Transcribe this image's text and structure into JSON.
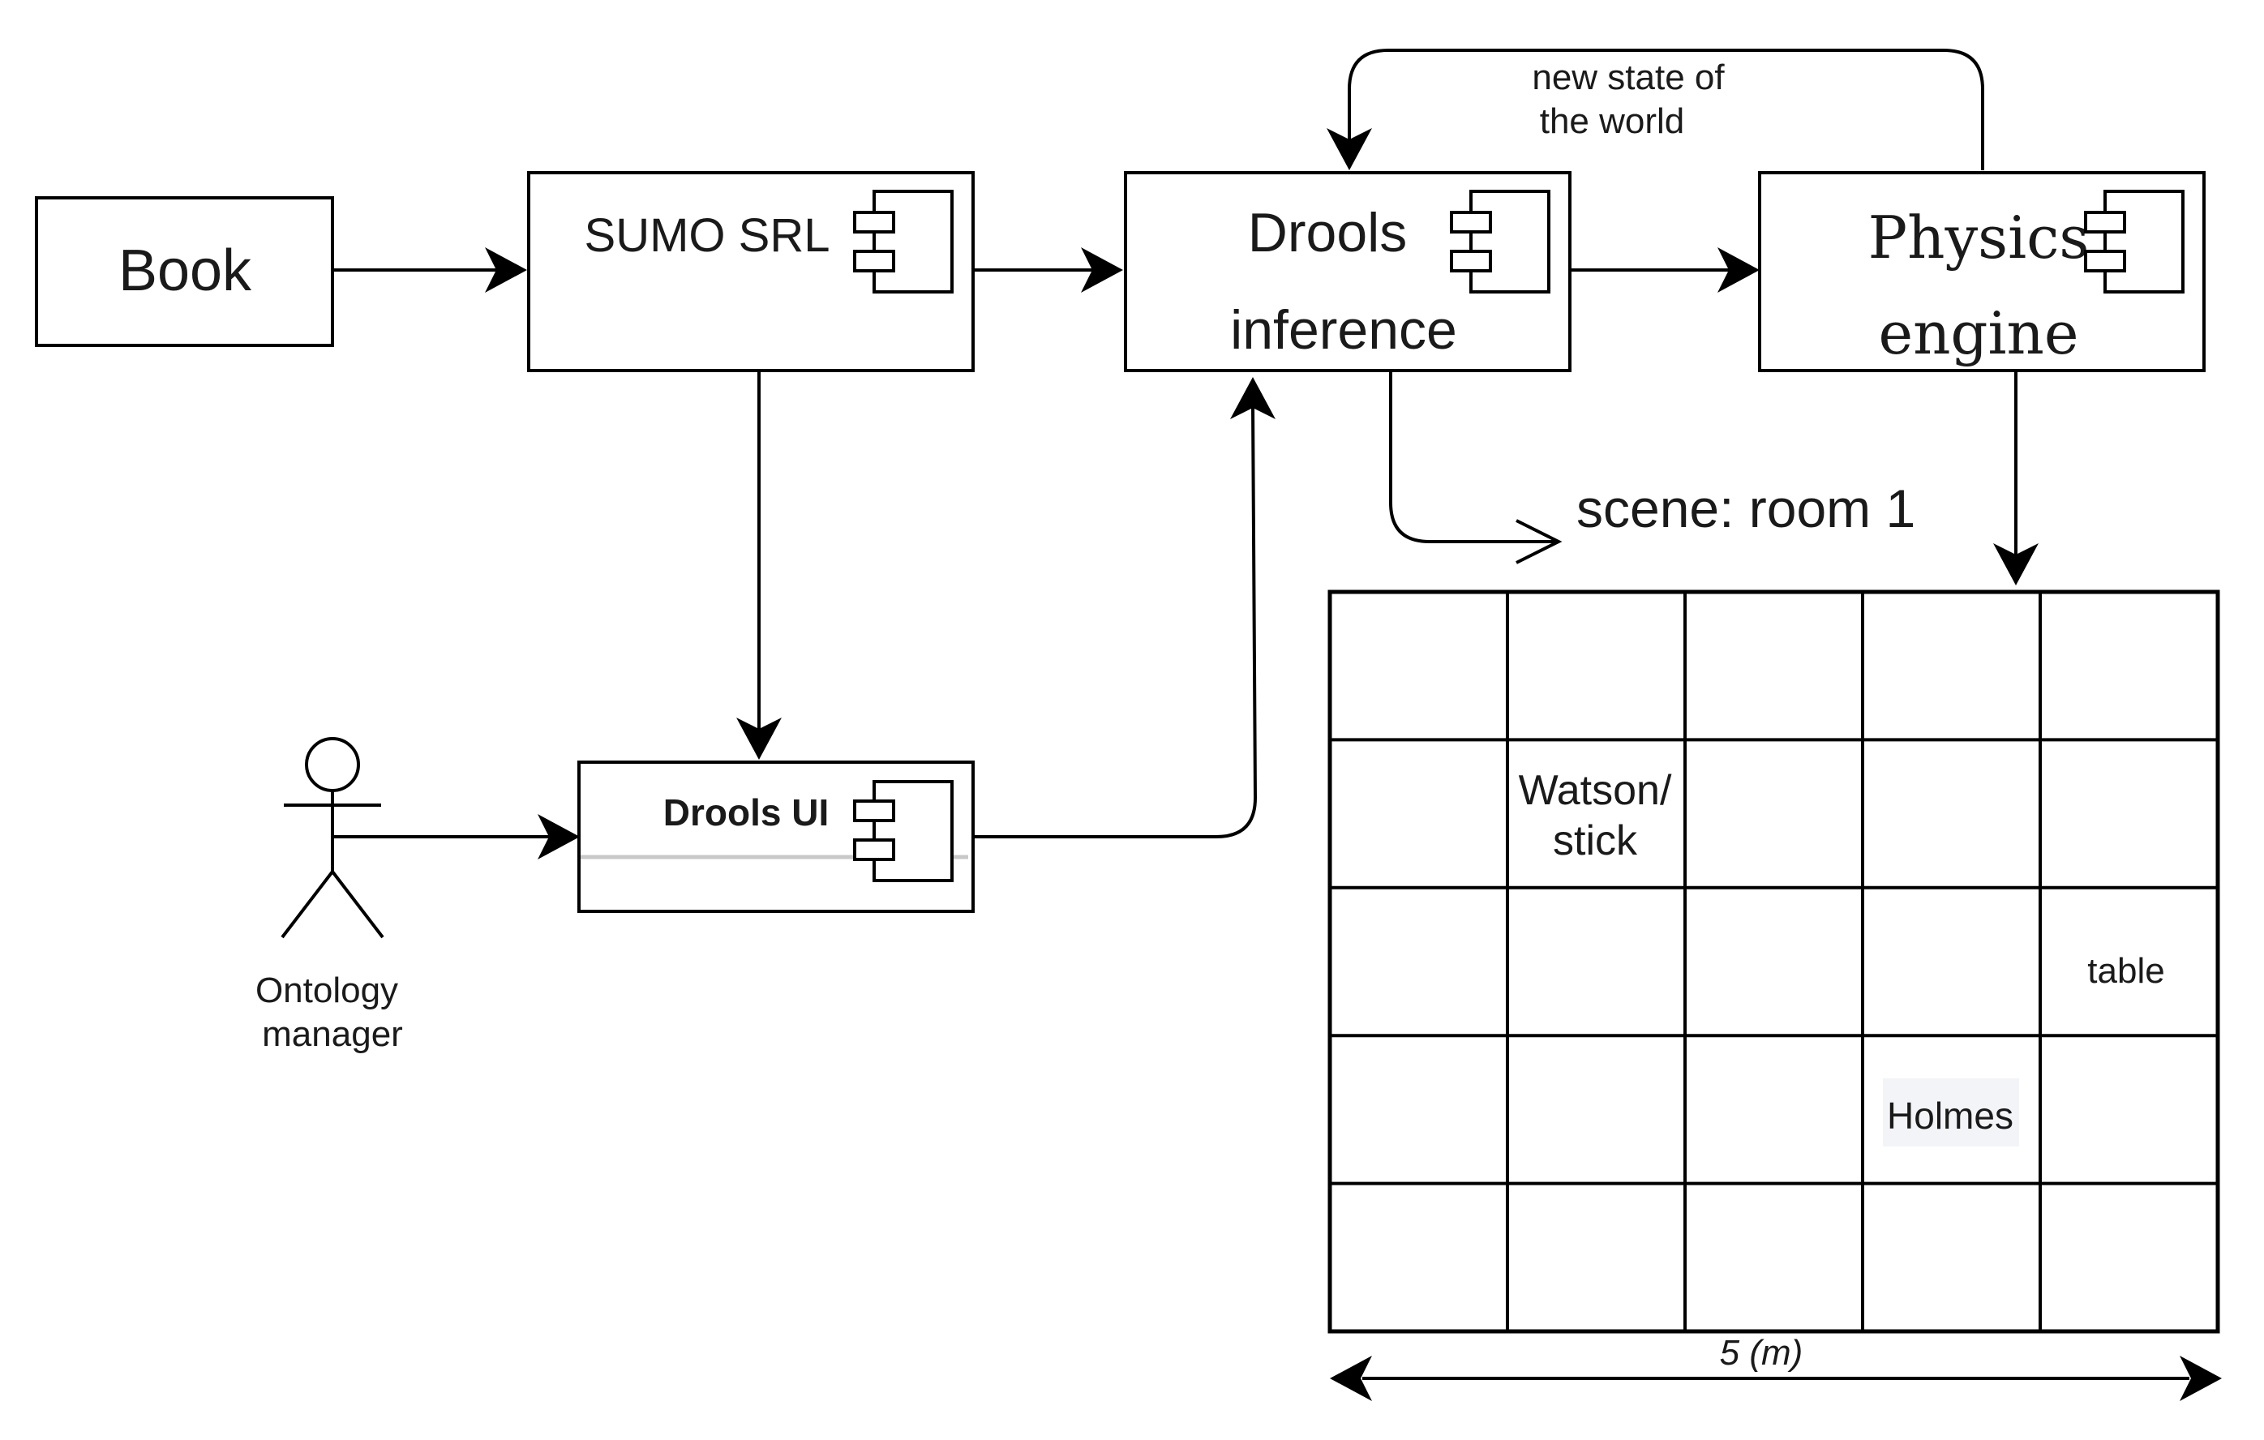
{
  "nodes": {
    "book": {
      "label": "Book"
    },
    "sumo_srl": {
      "label": "SUMO SRL"
    },
    "drools_inference": {
      "line1": "Drools",
      "line2": "inference"
    },
    "physics_engine": {
      "line1": "Physics",
      "line2": "engine"
    },
    "drools_ui": {
      "label": "Drools UI"
    },
    "ontology_manager": {
      "line1": "Ontology",
      "line2": "manager"
    }
  },
  "edges": {
    "feedback_label_line1": "new state of",
    "feedback_label_line2": "the world"
  },
  "scene": {
    "title": "scene: room 1",
    "rows": 5,
    "cols": 5,
    "cells": {
      "watson_line1": "Watson/",
      "watson_line2": "stick",
      "table": "table",
      "holmes": "Holmes"
    },
    "dimension_label": "5 (m)"
  }
}
